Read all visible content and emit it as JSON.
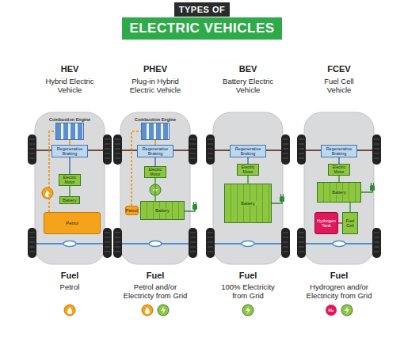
{
  "diagram": {
    "nodes": [
      {
        "text": [
          "TYPES OF"
        ]
      },
      {
        "text": [
          "ELECTRIC VEHICLES"
        ]
      },
      {
        "text": [
          "Combustion Engine"
        ]
      },
      {
        "text": [
          "Regenerative Braking"
        ]
      },
      {
        "text": [
          "Electric Motor"
        ]
      },
      {
        "text": [
          "Battery"
        ]
      },
      {
        "text": [
          "Petrol"
        ]
      },
      {
        "text": [
          "Combustion Engine"
        ]
      },
      {
        "text": [
          "Regenerative Braking"
        ]
      },
      {
        "text": [
          "Electric Motor"
        ]
      },
      {
        "text": [
          "Petrol"
        ]
      },
      {
        "text": [
          "Battery"
        ]
      },
      {
        "text": [
          "Regenerative Braking"
        ]
      },
      {
        "text": [
          "Electric Motor"
        ]
      },
      {
        "text": [
          "Battery"
        ]
      },
      {
        "text": [
          "Regenerative Braking"
        ]
      },
      {
        "text": [
          "Electric Motor"
        ]
      },
      {
        "text": [
          "Battery"
        ]
      },
      {
        "text": [
          "Hydrogen Tank"
        ]
      },
      {
        "text": [
          "Fuel Cell"
        ]
      },
      {
        "text": [
          "H₂"
        ]
      }
    ],
    "edges": [
      {
        "from": 2,
        "to": 3,
        "arrow": "none"
      },
      {
        "from": 3,
        "to": 4,
        "arrow": "none"
      },
      {
        "from": 4,
        "to": 5,
        "arrow": "none"
      },
      {
        "from": 6,
        "to": 2,
        "arrow": "none"
      },
      {
        "from": 7,
        "to": 8,
        "arrow": "none"
      },
      {
        "from": 8,
        "to": 9,
        "arrow": "none"
      },
      {
        "from": 9,
        "to": 11,
        "arrow": "none"
      },
      {
        "from": 10,
        "to": 7,
        "arrow": "none"
      },
      {
        "from": 12,
        "to": 13,
        "arrow": "none"
      },
      {
        "from": 13,
        "to": 14,
        "arrow": "none"
      },
      {
        "from": 15,
        "to": 16,
        "arrow": "none"
      },
      {
        "from": 16,
        "to": 17,
        "arrow": "none"
      },
      {
        "from": 18,
        "to": 19,
        "arrow": "none"
      },
      {
        "from": 19,
        "to": 17,
        "arrow": "none"
      }
    ],
    "labels": [
      "HEV",
      "Hybrid Electric Vehicle",
      "PHEV",
      "Plug-in Hybrid Electric Vehicle",
      "BEV",
      "Battery Electric Vehicle",
      "FCEV",
      "Fuel Cell Vehicle",
      "Fuel",
      "Petrol",
      "Fuel",
      "Petrol and/or Electricty from Grid",
      "Fuel",
      "100% Electricity from Grid",
      "Fuel",
      "Hydrogren and/or Electricity from Grid"
    ]
  }
}
